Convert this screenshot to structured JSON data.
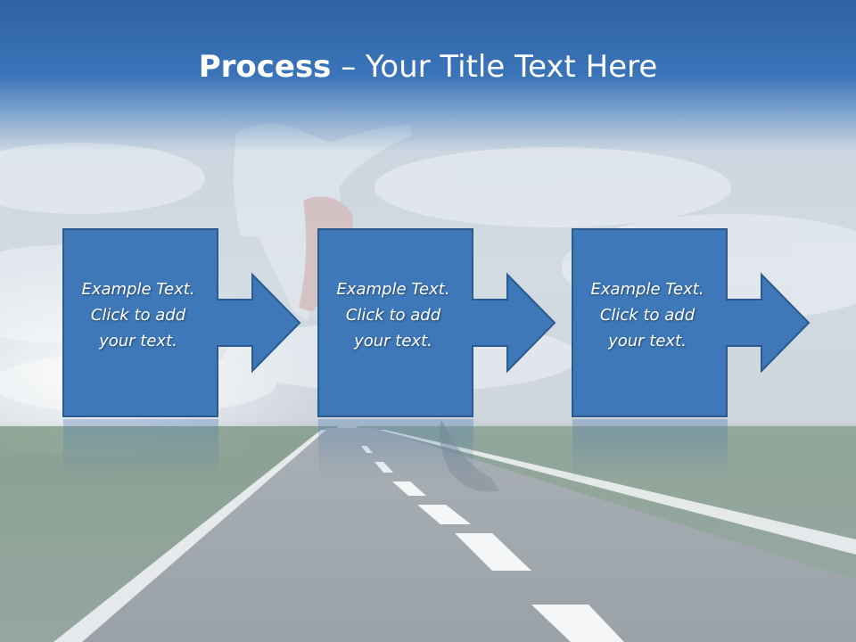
{
  "title": {
    "bold": "Process",
    "rest": " – Your Title Text Here"
  },
  "steps": [
    {
      "line1": "Example Text.",
      "line2": "Click  to add",
      "line3": "your text."
    },
    {
      "line1": "Example Text.",
      "line2": "Click  to add",
      "line3": "your text."
    },
    {
      "line1": "Example Text.",
      "line2": "Click  to add",
      "line3": "your text."
    }
  ],
  "background": {
    "description_icon": "road-sky-photo",
    "colors": {
      "title_band": "#3a74b9",
      "box_fill": "#3e78b8",
      "box_border": "#2b5a8f"
    }
  },
  "icons": {
    "arrow": "right-arrow-icon"
  }
}
